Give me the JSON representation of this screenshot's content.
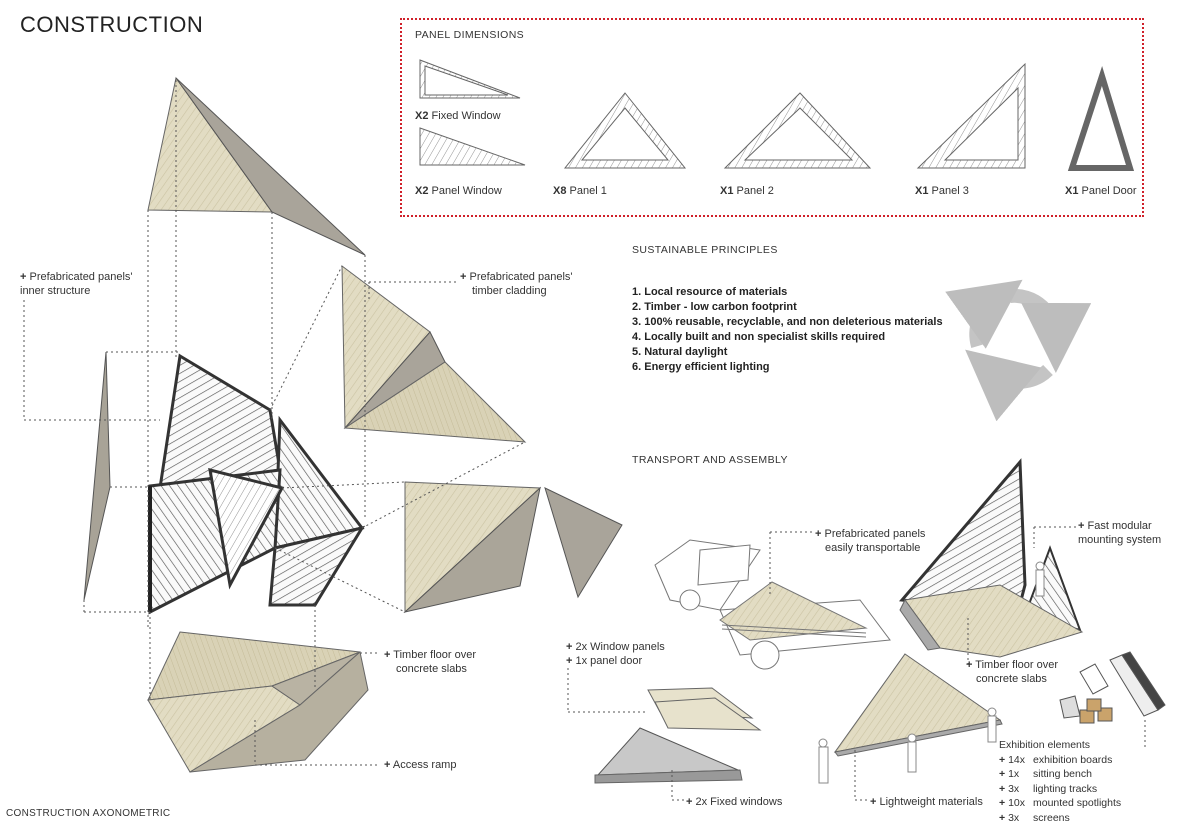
{
  "title": "CONSTRUCTION",
  "caption": "CONSTRUCTION AXONOMETRIC",
  "panel_dimensions": {
    "heading": "PANEL DIMENSIONS",
    "panels": [
      {
        "qty": "X2",
        "name": "Fixed Window"
      },
      {
        "qty": "X2",
        "name": "Panel Window"
      },
      {
        "qty": "X8",
        "name": "Panel 1"
      },
      {
        "qty": "X1",
        "name": "Panel 2"
      },
      {
        "qty": "X1",
        "name": "Panel 3"
      },
      {
        "qty": "X1",
        "name": "Panel Door"
      }
    ]
  },
  "sustainable": {
    "heading": "SUSTAINABLE PRINCIPLES",
    "items": [
      "1. Local resource of materials",
      "2. Timber - low carbon footprint",
      "3. 100% reusable, recyclable, and non deleterious materials",
      "4. Locally built and non specialist skills required",
      "5. Natural daylight",
      "6. Energy efficient lighting"
    ]
  },
  "transport": {
    "heading": "TRANSPORT AND ASSEMBLY"
  },
  "callouts": {
    "inner_structure": [
      "Prefabricated panels'",
      "inner structure"
    ],
    "timber_cladding": [
      "Prefabricated panels'",
      "timber cladding"
    ],
    "timber_floor": [
      "Timber floor over",
      "concrete slabs"
    ],
    "access_ramp": "Access ramp",
    "transportable": [
      "Prefabricated panels",
      "easily transportable"
    ],
    "mounting": [
      "Fast modular",
      "mounting system"
    ],
    "window_panels": [
      "2x Window panels",
      "1x panel door"
    ],
    "timber_floor_2": [
      "Timber floor over",
      "concrete slabs"
    ],
    "fixed_windows": "2x Fixed windows",
    "lightweight": "Lightweight materials"
  },
  "exhibition": {
    "heading": "Exhibition elements",
    "items": [
      {
        "qty": "14x",
        "name": "exhibition boards"
      },
      {
        "qty": "1x",
        "name": "sitting bench"
      },
      {
        "qty": "3x",
        "name": "lighting tracks"
      },
      {
        "qty": "10x",
        "name": "mounted spotlights"
      },
      {
        "qty": "3x",
        "name": "screens"
      }
    ]
  },
  "colors": {
    "frame_red": "#d0202a",
    "timber": "#ddd7bd",
    "concrete": "#a9a49a",
    "recycle_grey": "#c4c4c4"
  }
}
